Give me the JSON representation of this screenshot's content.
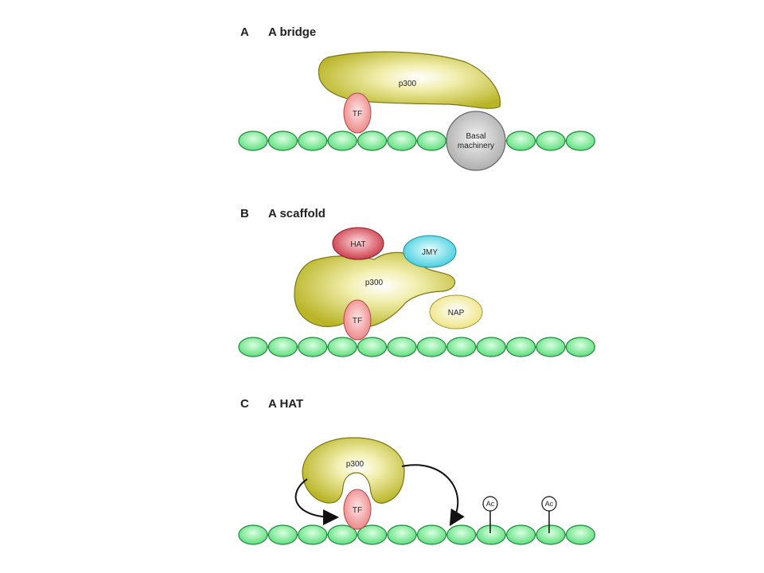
{
  "panels": [
    {
      "letter": "A",
      "title": "A bridge"
    },
    {
      "letter": "B",
      "title": "A scaffold"
    },
    {
      "letter": "C",
      "title": "A HAT"
    }
  ],
  "labels": {
    "p300": "p300",
    "tf": "TF",
    "basal_line1": "Basal",
    "basal_line2": "machinery",
    "hat": "HAT",
    "jmy": "JMY",
    "nap": "NAP",
    "ac": "Ac"
  },
  "colors": {
    "nucleosome_fill": "#7fe89a",
    "nucleosome_stroke": "#1e8a3a",
    "p300_fill": "#c8c43a",
    "p300_stroke": "#6a6a10",
    "tf_fill": "#f08b8b",
    "basal_fill": "#bdbdbd",
    "hat_fill": "#d2404e",
    "jmy_fill": "#56d8e6",
    "nap_fill": "#f4ee98"
  }
}
